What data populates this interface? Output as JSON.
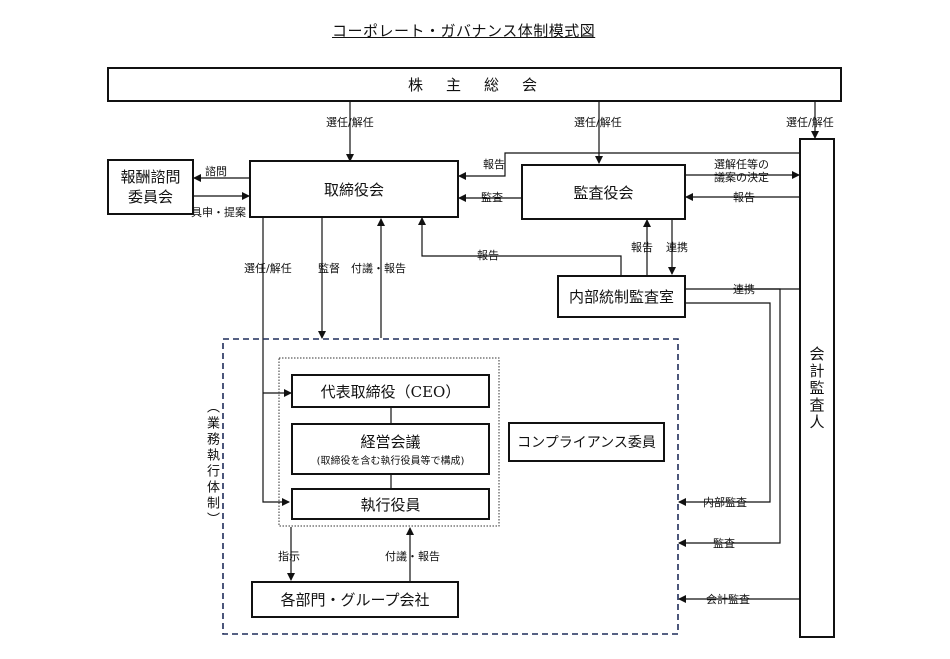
{
  "title": "コーポレート・ガバナンス体制模式図",
  "boxes": {
    "shareholders": "株　主　総　会",
    "board": "取締役会",
    "audit_board": "監査役会",
    "compensation_line1": "報酬諮問",
    "compensation_line2": "委員会",
    "internal_audit": "内部統制監査室",
    "auditor": "会計監査人",
    "ceo": "代表取締役（CEO）",
    "mgmt_meeting": "経営会議",
    "mgmt_meeting_sub": "(取締役を含む執行役員等で構成)",
    "officers": "執行役員",
    "compliance": "コンプライアンス委員",
    "departments": "各部門・グループ会社",
    "execution_system": "（業務執行体制）"
  },
  "labels": {
    "elect_board": "選任/解任",
    "elect_audit": "選任/解任",
    "elect_auditor": "選任/解任",
    "consult": "諮問",
    "report_propose": "具申・提案",
    "report_to_board": "報告",
    "audit_board_audit": "監査",
    "proposal_line1": "選解任等の",
    "proposal_line2": "議案の決定",
    "report_from_auditor": "報告",
    "internal_report": "報告",
    "report_ia": "報告",
    "collaboration": "連携",
    "collaboration2": "連携",
    "elect_officers": "選任/解任",
    "supervise": "監督",
    "submit_report": "付議・報告",
    "internal_audit_arrow": "内部監査",
    "audit_arrow": "監査",
    "accounting_audit": "会計監査",
    "instruct": "指示",
    "submit_report2": "付議・報告"
  }
}
